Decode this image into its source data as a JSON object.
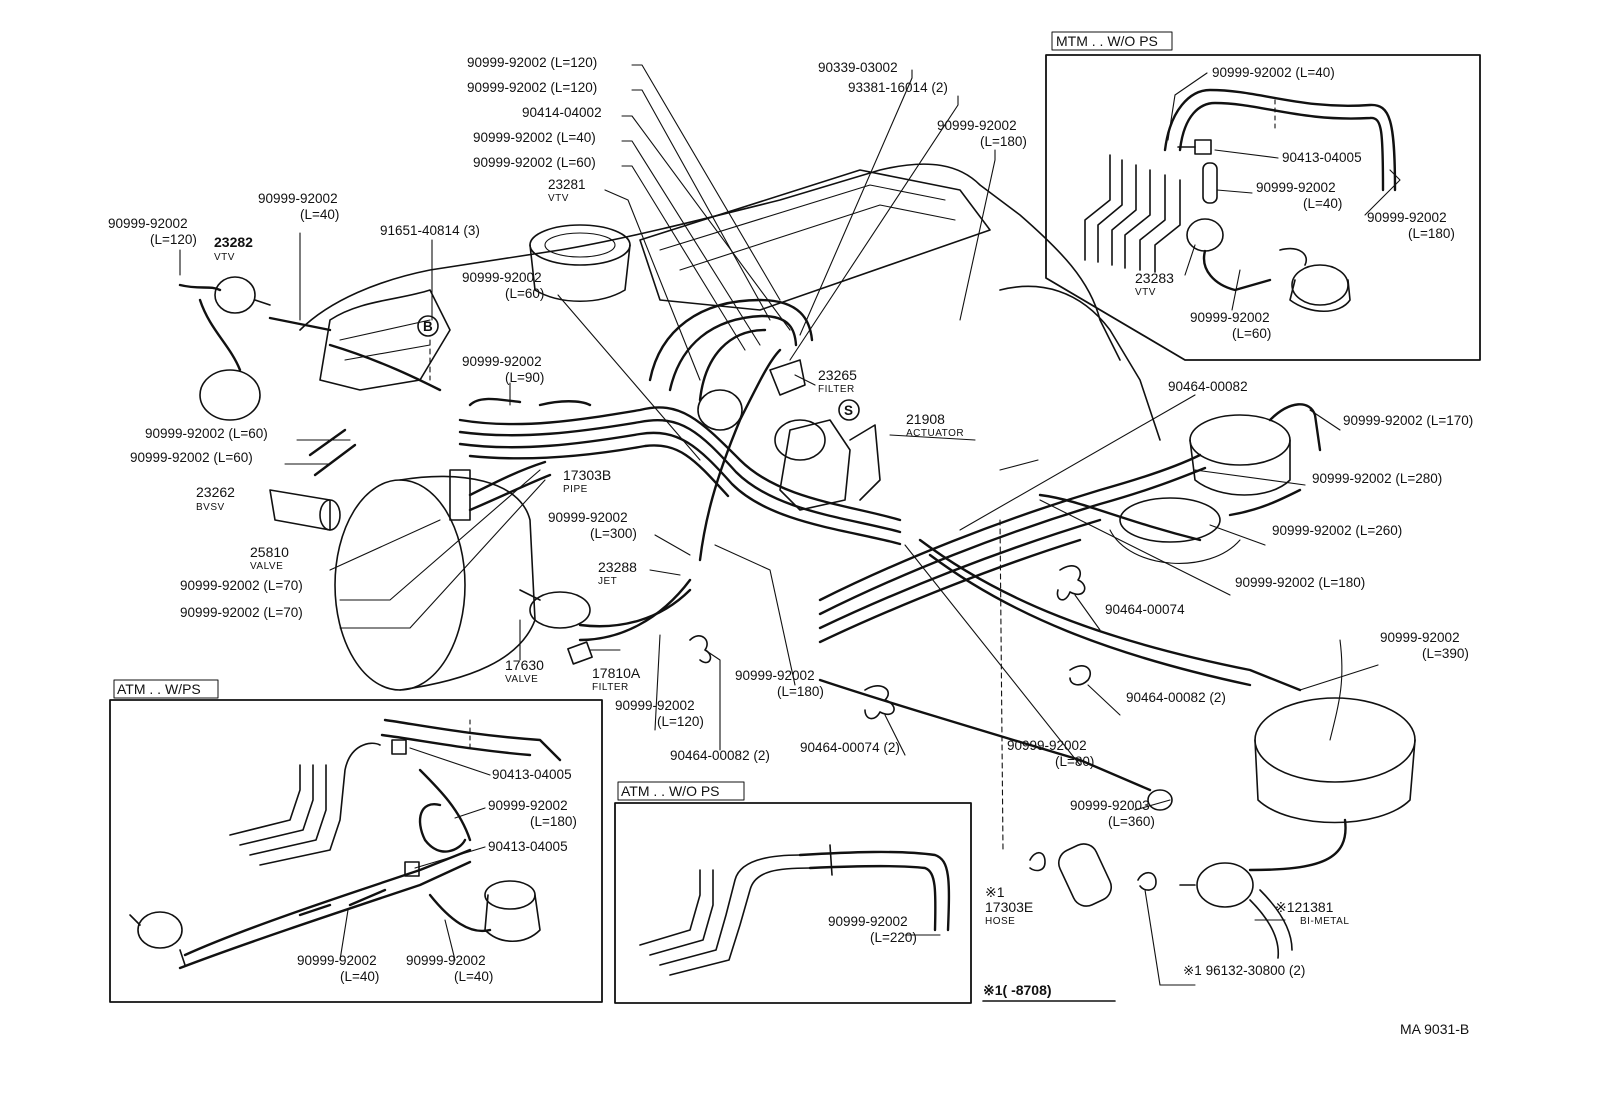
{
  "figure_code": "MA 9031-B",
  "insets": {
    "mtm_wo_ps": {
      "title": "MTM . . W/O PS",
      "labels": [
        {
          "text": "90999-92002 (L=40)"
        },
        {
          "text": "90413-04005"
        },
        {
          "text": "90999-92002",
          "sub": "(L=40)"
        },
        {
          "text": "90999-92002",
          "sub": "(L=180)"
        },
        {
          "text": "23283",
          "sub": "VTV"
        },
        {
          "text": "90999-92002",
          "sub": "(L=60)"
        }
      ]
    },
    "atm_w_ps": {
      "title": "ATM . . W/PS",
      "labels": [
        {
          "text": "90413-04005"
        },
        {
          "text": "90999-92002",
          "sub": "(L=180)"
        },
        {
          "text": "90413-04005"
        },
        {
          "text": "90999-92002",
          "sub": "(L=40)"
        },
        {
          "text": "90999-92002",
          "sub": "(L=40)"
        }
      ]
    },
    "atm_wo_ps": {
      "title": "ATM . . W/O PS",
      "labels": [
        {
          "text": "90999-92002",
          "sub": "(L=220)"
        }
      ]
    }
  },
  "main_labels": [
    {
      "text": "90999-92002 (L=120)"
    },
    {
      "text": "90999-92002 (L=120)"
    },
    {
      "text": "90414-04002"
    },
    {
      "text": "90999-92002 (L=40)"
    },
    {
      "text": "90999-92002 (L=60)"
    },
    {
      "text": "90339-03002"
    },
    {
      "text": "93381-16014 (2)"
    },
    {
      "text": "90999-92002",
      "sub": "(L=180)"
    },
    {
      "text": "23281",
      "sub": "VTV"
    },
    {
      "text": "90999-92002",
      "sub": "(L=40)"
    },
    {
      "text": "90999-92002",
      "sub": "(L=120)"
    },
    {
      "text": "23282",
      "sub": "VTV"
    },
    {
      "text": "91651-40814 (3)"
    },
    {
      "text": "90999-92002",
      "sub": "(L=60)"
    },
    {
      "text": "90999-92002",
      "sub": "(L=90)"
    },
    {
      "text": "90999-92002 (L=60)"
    },
    {
      "text": "90999-92002 (L=60)"
    },
    {
      "text": "23262",
      "sub": "BVSV"
    },
    {
      "text": "23265",
      "sub": "FILTER"
    },
    {
      "text": "21908",
      "sub": "ACTUATOR"
    },
    {
      "text": "17303B",
      "sub": "PIPE"
    },
    {
      "text": "90464-00082"
    },
    {
      "text": "90999-92002 (L=170)"
    },
    {
      "text": "90999-92002 (L=280)"
    },
    {
      "text": "90999-92002 (L=260)"
    },
    {
      "text": "90999-92002 (L=180)"
    },
    {
      "text": "90999-92002",
      "sub": "(L=300)"
    },
    {
      "text": "23288",
      "sub": "JET"
    },
    {
      "text": "25810",
      "sub": "VALVE"
    },
    {
      "text": "90999-92002 (L=70)"
    },
    {
      "text": "90999-92002 (L=70)"
    },
    {
      "text": "17630",
      "sub": "VALVE"
    },
    {
      "text": "17810A",
      "sub": "FILTER"
    },
    {
      "text": "90999-92002",
      "sub": "(L=180)"
    },
    {
      "text": "90999-92002",
      "sub": "(L=120)"
    },
    {
      "text": "90464-00082 (2)"
    },
    {
      "text": "90464-00074 (2)"
    },
    {
      "text": "90464-00074"
    },
    {
      "text": "90999-92002",
      "sub": "(L=390)"
    },
    {
      "text": "90464-00082 (2)"
    },
    {
      "text": "90999-92002",
      "sub": "(L=80)"
    },
    {
      "text": "90999-92003",
      "sub": "(L=360)"
    },
    {
      "text": "※1",
      "sub2": "17303E",
      "sub": "HOSE"
    },
    {
      "text": "※121381",
      "sub": "BI-METAL"
    },
    {
      "text": "※1 96132-30800 (2)"
    }
  ],
  "callouts": {
    "b": "B",
    "s": "S"
  },
  "footnote": "※1(      -8708)"
}
